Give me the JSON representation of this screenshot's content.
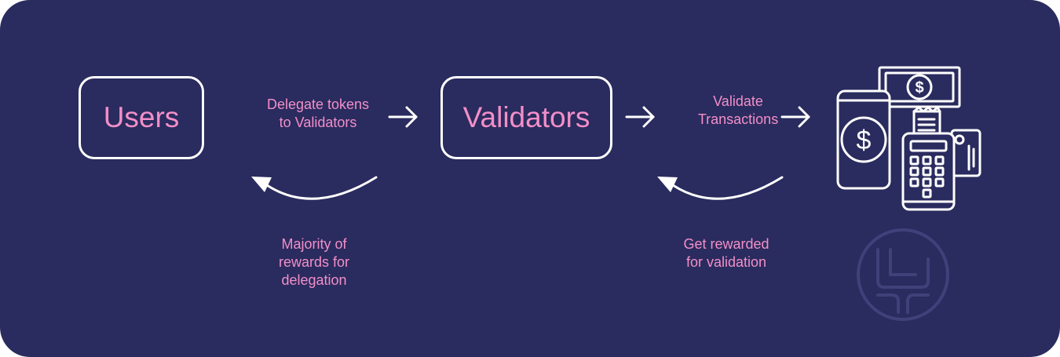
{
  "diagram": {
    "nodes": {
      "users": "Users",
      "validators": "Validators"
    },
    "edges": {
      "delegate": "Delegate tokens\nto Validators",
      "validate": "Validate\nTransactions",
      "majority_rewards": "Majority of\nrewards for\ndelegation",
      "get_rewarded": "Get rewarded\nfor validation"
    },
    "icons": {
      "payment_illustration": "payment-devices-icon",
      "watermark": "watermark-logo-icon"
    }
  },
  "colors": {
    "background": "#2a2b5e",
    "accent_text": "#f28fc9",
    "lines": "#ffffff"
  }
}
